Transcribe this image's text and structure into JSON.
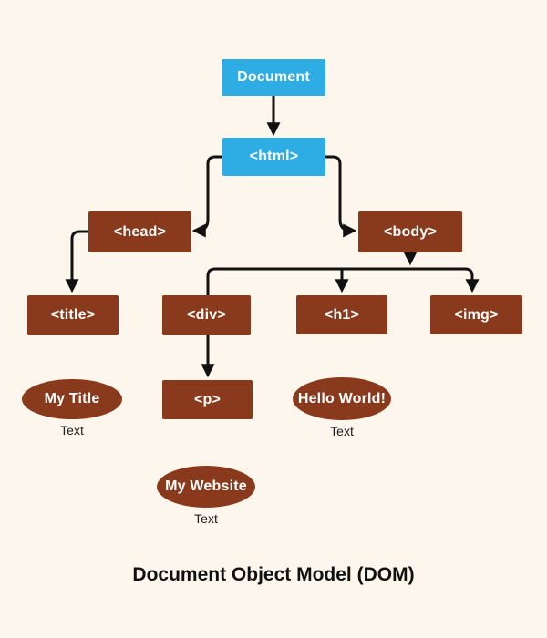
{
  "diagram": {
    "caption": "Document Object Model (DOM)",
    "colors": {
      "background": "#FDF6EC",
      "node_blue": "#2EACE4",
      "node_brown": "#8A3A1C",
      "connector": "#111111",
      "node_text": "#FFFFFF",
      "label_text": "#1C1C1C"
    },
    "nodes": {
      "document": {
        "label": "Document"
      },
      "html": {
        "label": "<html>"
      },
      "head": {
        "label": "<head>"
      },
      "body": {
        "label": "<body>"
      },
      "title": {
        "label": "<title>"
      },
      "div": {
        "label": "<div>"
      },
      "h1": {
        "label": "<h1>"
      },
      "img": {
        "label": "<img>"
      },
      "p": {
        "label": "<p>"
      }
    },
    "text_nodes": {
      "my_title": {
        "label": "My Title",
        "type_label": "Text"
      },
      "hello_world": {
        "label": "Hello World!",
        "type_label": "Text"
      },
      "my_website": {
        "label": "My Website",
        "type_label": "Text"
      }
    },
    "edges": [
      "document->html",
      "html->head",
      "html->body",
      "head->title",
      "body->div",
      "body->h1",
      "body->img",
      "div->p"
    ]
  }
}
